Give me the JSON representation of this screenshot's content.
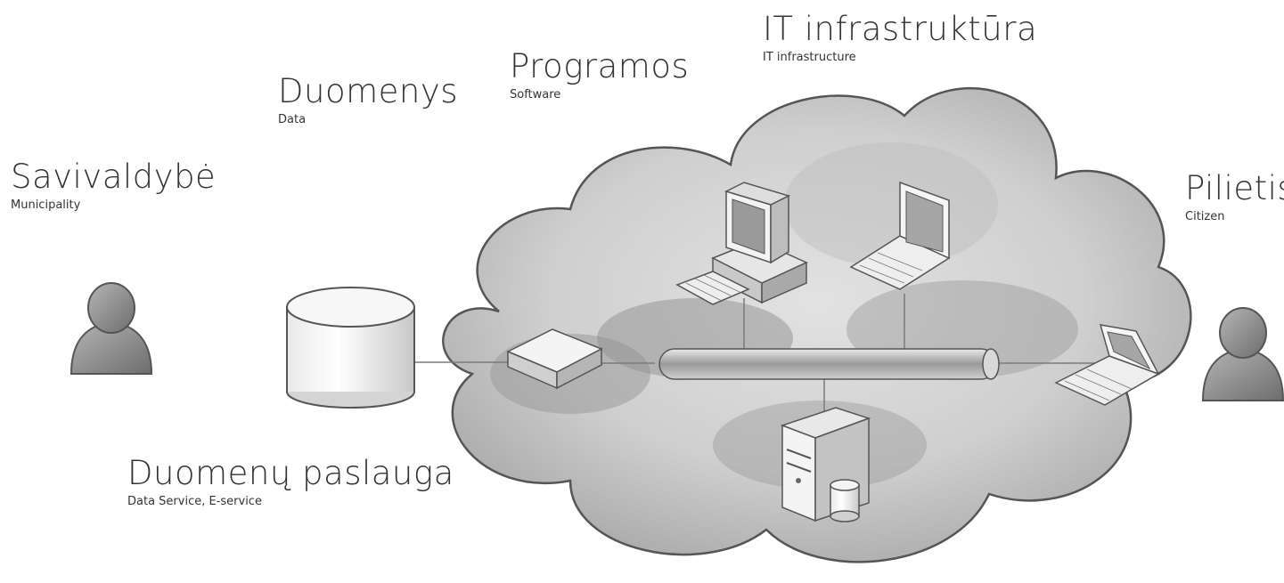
{
  "labels": {
    "municipality": {
      "main": "Savivaldybė",
      "sub": "Municipality"
    },
    "data": {
      "main": "Duomenys",
      "sub": "Data"
    },
    "software": {
      "main": "Programos",
      "sub": "Software"
    },
    "infrastructure": {
      "main": "IT infrastruktūra",
      "sub": "IT infrastructure"
    },
    "citizen": {
      "main": "Pilietis",
      "sub": "Citizen"
    },
    "data_service": {
      "main": "Duomenų paslauga",
      "sub": "Data Service, E-service"
    }
  },
  "colors": {
    "cloud_dark": "#6f6f6f",
    "cloud_light": "#e6e6e6",
    "person": "#8a8a8a",
    "line": "#7a7a7a"
  },
  "icons": [
    "person-icon",
    "database-icon",
    "desktop-computer-icon",
    "laptop-icon",
    "server-icon",
    "router-icon",
    "network-pipe-icon",
    "cloud-icon"
  ]
}
